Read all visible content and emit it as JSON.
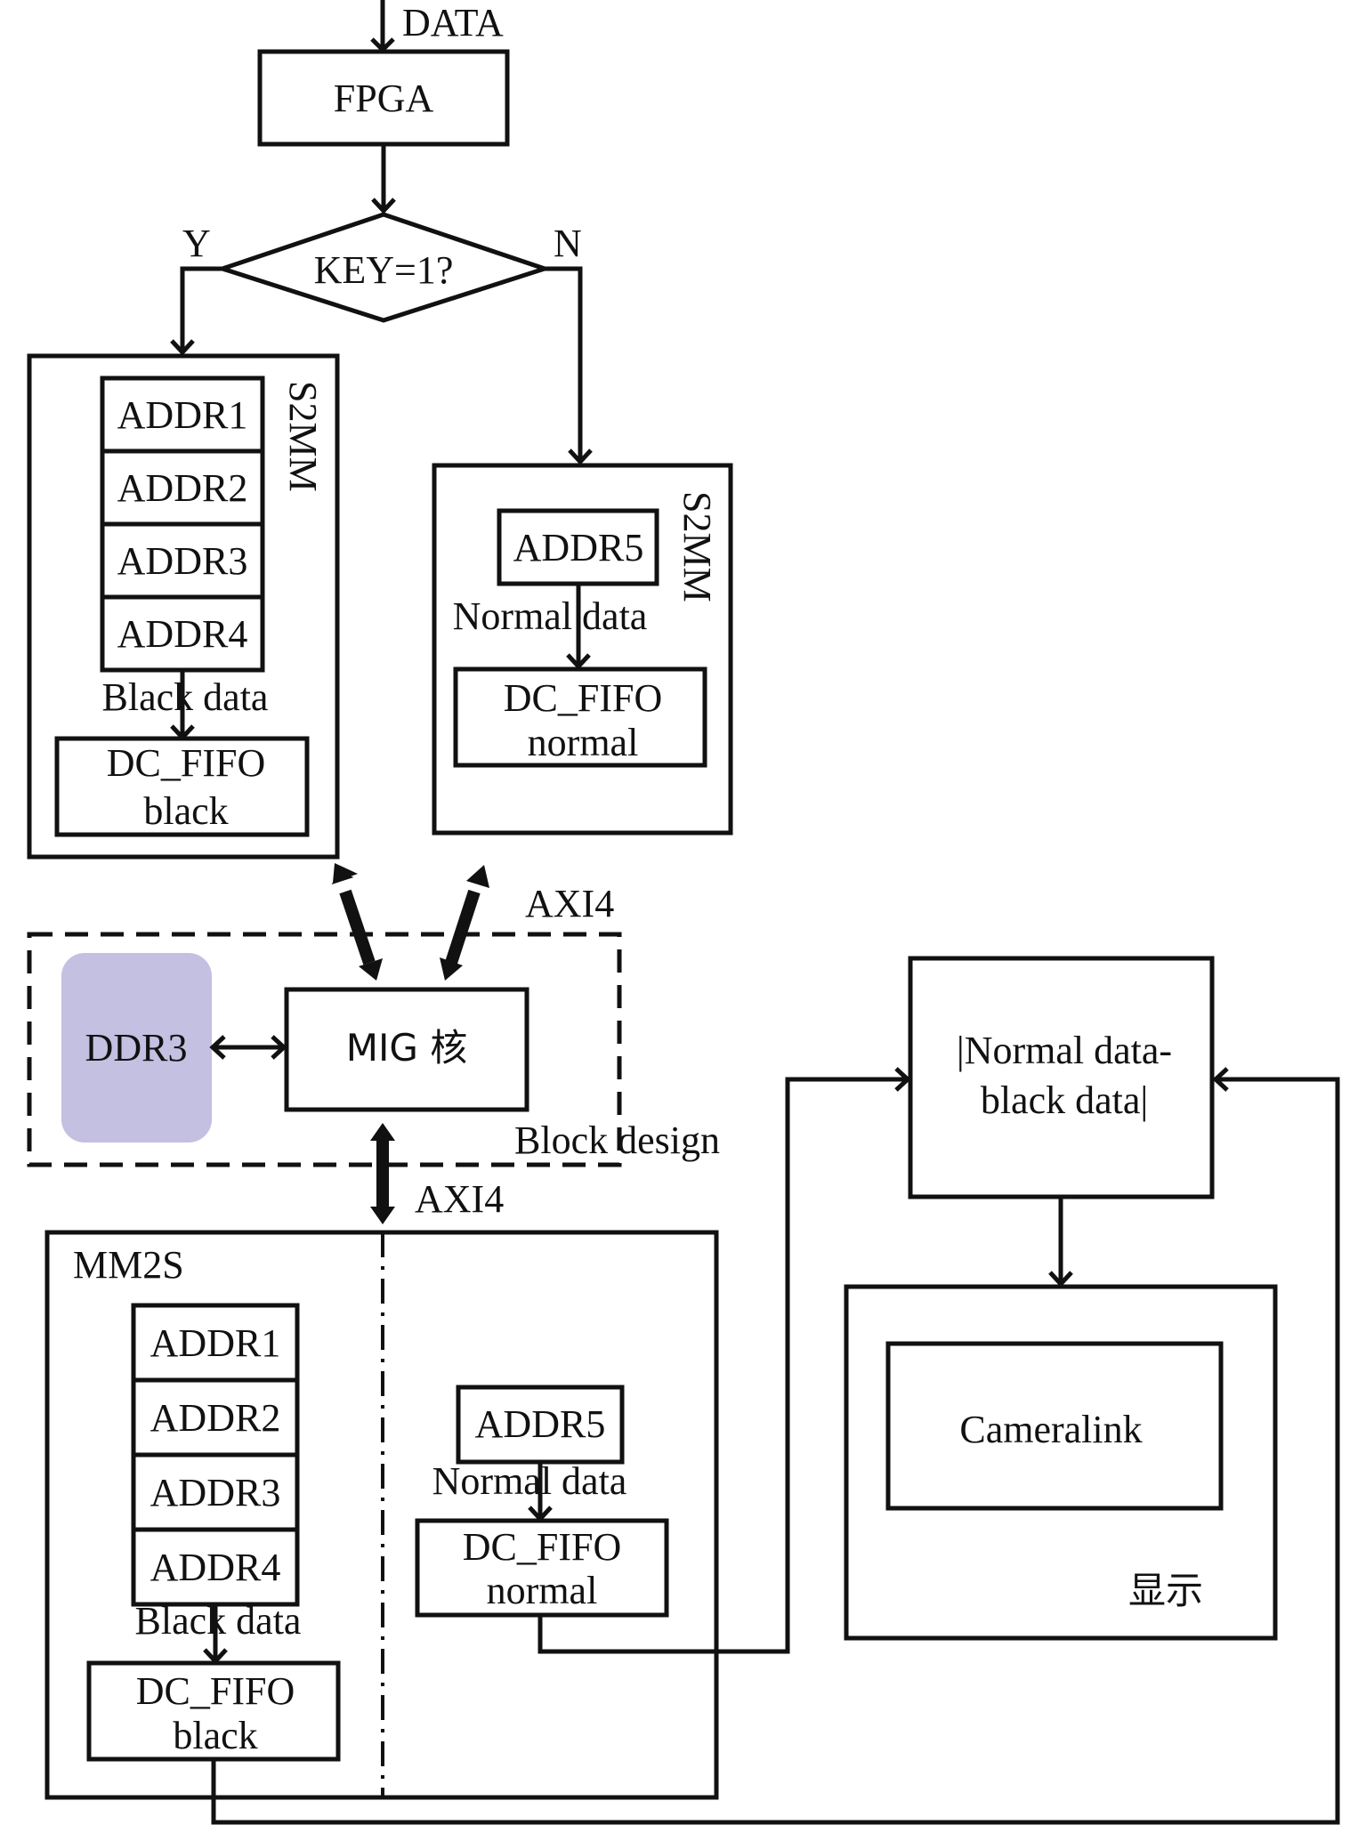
{
  "diagram": {
    "input_label": "DATA",
    "fpga": "FPGA",
    "decision": "KEY=1?",
    "yes": "Y",
    "no": "N",
    "s2mm_left": {
      "title": "S2MM",
      "addrs": [
        "ADDR1",
        "ADDR2",
        "ADDR3",
        "ADDR4"
      ],
      "flow_label": "Black data",
      "fifo_line1": "DC_FIFO",
      "fifo_line2": "black"
    },
    "s2mm_right": {
      "title": "S2MM",
      "addr": "ADDR5",
      "flow_label": "Normal data",
      "fifo_line1": "DC_FIFO",
      "fifo_line2": "normal"
    },
    "axi4_top": "AXI4",
    "ddr3": "DDR3",
    "mig": "MIG 核",
    "block_design": "Block design",
    "axi4_bottom": "AXI4",
    "mm2s": {
      "title": "MM2S",
      "addrs": [
        "ADDR1",
        "ADDR2",
        "ADDR3",
        "ADDR4"
      ],
      "flow_label_black": "Black data",
      "fifo_black_line1": "DC_FIFO",
      "fifo_black_line2": "black",
      "addr5": "ADDR5",
      "flow_label_normal": "Normal data",
      "fifo_normal_line1": "DC_FIFO",
      "fifo_normal_line2": "normal"
    },
    "diff_line1": "|Normal data-",
    "diff_line2": "black data|",
    "cameralink": "Cameralink",
    "display": "显示",
    "colors": {
      "ddr3_fill": "#c3c0e2",
      "stroke": "#111111"
    }
  }
}
